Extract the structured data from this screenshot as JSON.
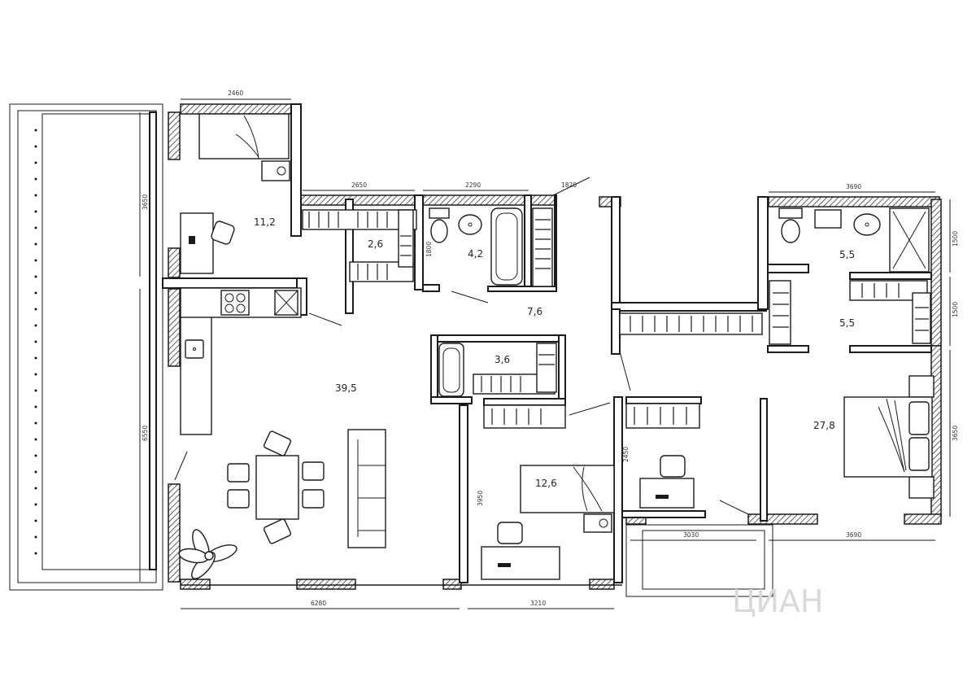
{
  "rooms": {
    "bedroom_small": "11,2",
    "wardrobe_top": "2,6",
    "bathroom_main": "4,2",
    "hall": "7,6",
    "living_kitchen": "39,5",
    "bathroom_small": "3,6",
    "bedroom_child": "12,6",
    "bedroom_master": "27,8",
    "bathroom_master": "5,5",
    "dressing_room": "5,5"
  },
  "dimensions": {
    "bedroom_width": "2460",
    "bedroom_height": "3650",
    "wardrobe_width": "2650",
    "bath_width": "2290",
    "hall_width": "1820",
    "master_bath_width": "3690",
    "master_bath_height": "1500",
    "dressing_height": "1500",
    "master_bed_height": "3650",
    "wardrobe_height": "1800",
    "living_height": "6550",
    "living_width": "6280",
    "child_height": "3950",
    "child_width": "3210",
    "study_height": "2450",
    "balcony_width": "3030",
    "master_width": "3690"
  },
  "watermark": "ЦИАН",
  "colors": {
    "wall": "#1a1a1a",
    "hatch": "#1a1a1a",
    "background": "#ffffff",
    "watermark": "#d9d9d9"
  }
}
